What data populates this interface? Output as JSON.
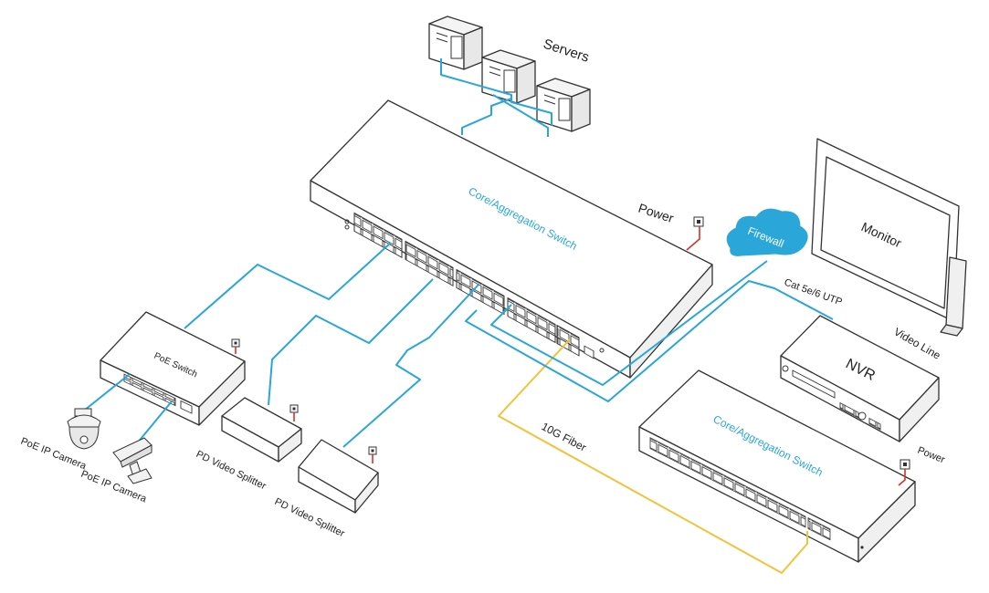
{
  "colors": {
    "lan_cable": "#2aa6d9",
    "fiber_cable": "#f2c23a",
    "power_cable": "#d9302b",
    "firewall_cloud": "#2aa6d9",
    "label_accent": "#2aa6d9"
  },
  "labels": {
    "servers": "Servers",
    "core_switch_top": "Core/Aggregation Switch",
    "power_top": "Power",
    "firewall": "Firewall",
    "monitor": "Monitor",
    "cat_cable": "Cat 5e/6  UTP",
    "nvr": "NVR",
    "video_line": "Video Line",
    "core_switch_bottom": "Core/Aggregation Switch",
    "power_bottom": "Power",
    "fiber": "10G Fiber",
    "poe_switch": "PoE Switch",
    "poe_camera_dome": "PoE IP Camera",
    "poe_camera_bullet": "PoE IP Camera",
    "pd_splitter_1": "PD Video Splitter",
    "pd_splitter_2": "PD Video Splitter"
  },
  "icons": [
    "server-icon",
    "power-outlet-icon",
    "cloud-icon",
    "dome-camera-icon",
    "bullet-camera-icon"
  ]
}
